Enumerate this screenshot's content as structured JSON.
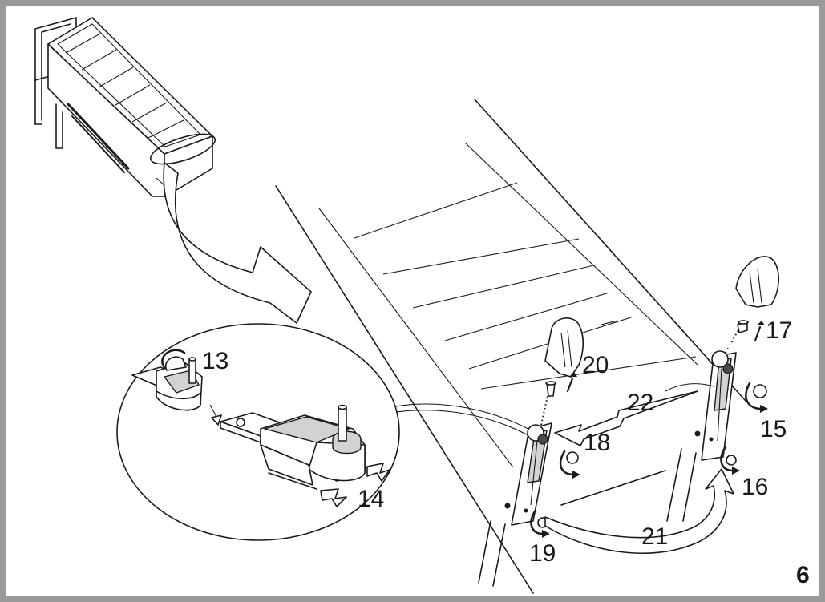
{
  "figure": {
    "page_number": "6",
    "callouts": {
      "c13": "13",
      "c14": "14",
      "c15": "15",
      "c16": "16",
      "c17": "17",
      "c18": "18",
      "c19": "19",
      "c20": "20",
      "c21": "21",
      "c22": "22"
    }
  },
  "colors": {
    "frame": "#9a9a9a",
    "line": "#1a1a1a",
    "shade": "#d2d2d2"
  }
}
